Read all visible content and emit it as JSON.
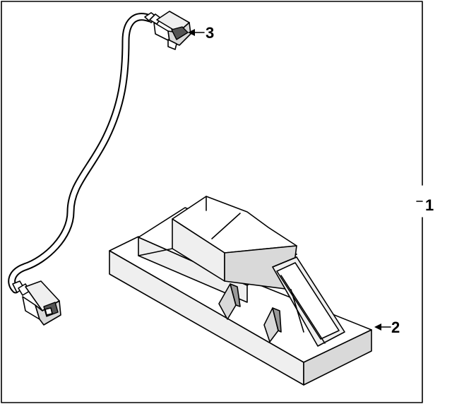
{
  "callouts": {
    "assembly": {
      "label": "1"
    },
    "lamp": {
      "label": "2"
    },
    "connector": {
      "label": "3"
    }
  },
  "colors": {
    "line": "#000000",
    "background": "#ffffff"
  }
}
